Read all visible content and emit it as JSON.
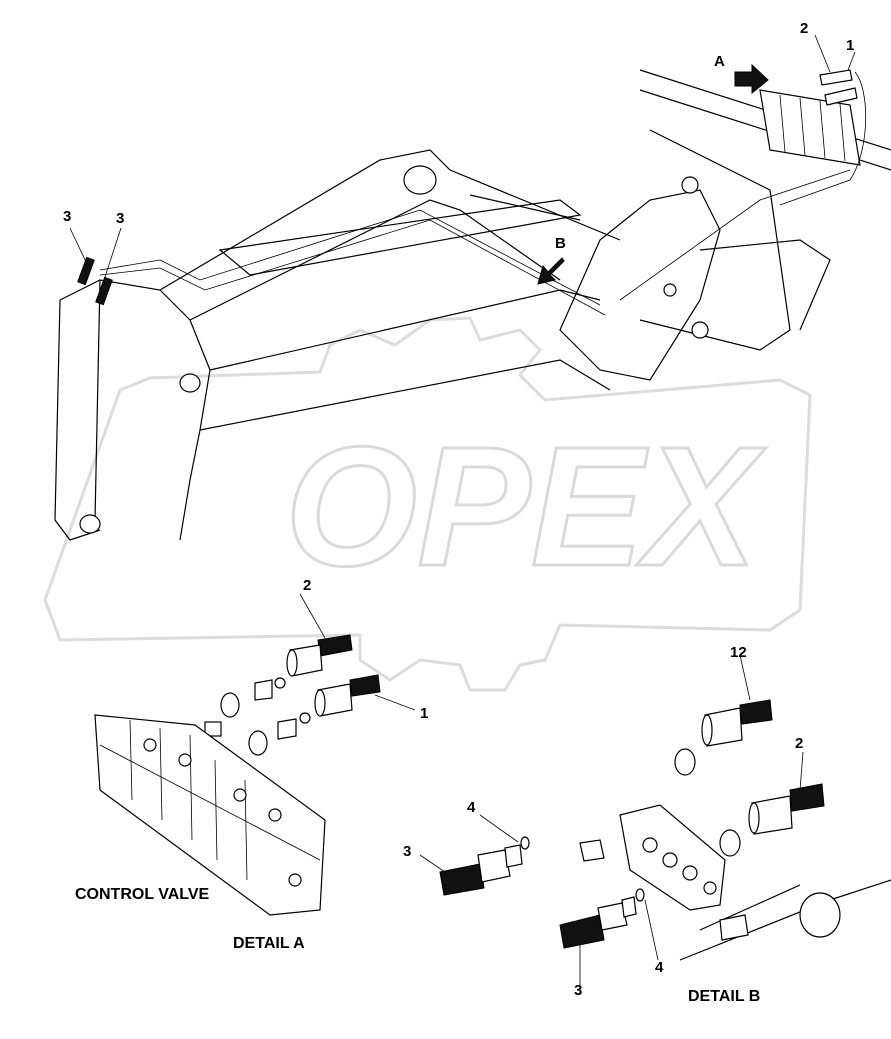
{
  "watermark": {
    "text": "OPEX",
    "color": "#d9d9d9"
  },
  "labels": {
    "detail_a_arrow": "A",
    "detail_b_arrow": "B",
    "top_1": "1",
    "top_2": "2",
    "top_3_left": "3",
    "top_3_right": "3",
    "a_2": "2",
    "a_1": "1",
    "b_12": "12",
    "b_2": "2",
    "b_4_top": "4",
    "b_3_left": "3",
    "b_4_bottom": "4",
    "b_3_bottom": "3"
  },
  "captions": {
    "control_valve": "CONTROL VALVE",
    "detail_a": "DETAIL A",
    "detail_b": "DETAIL B"
  },
  "icons": [
    "arrow-pointer-icon"
  ]
}
